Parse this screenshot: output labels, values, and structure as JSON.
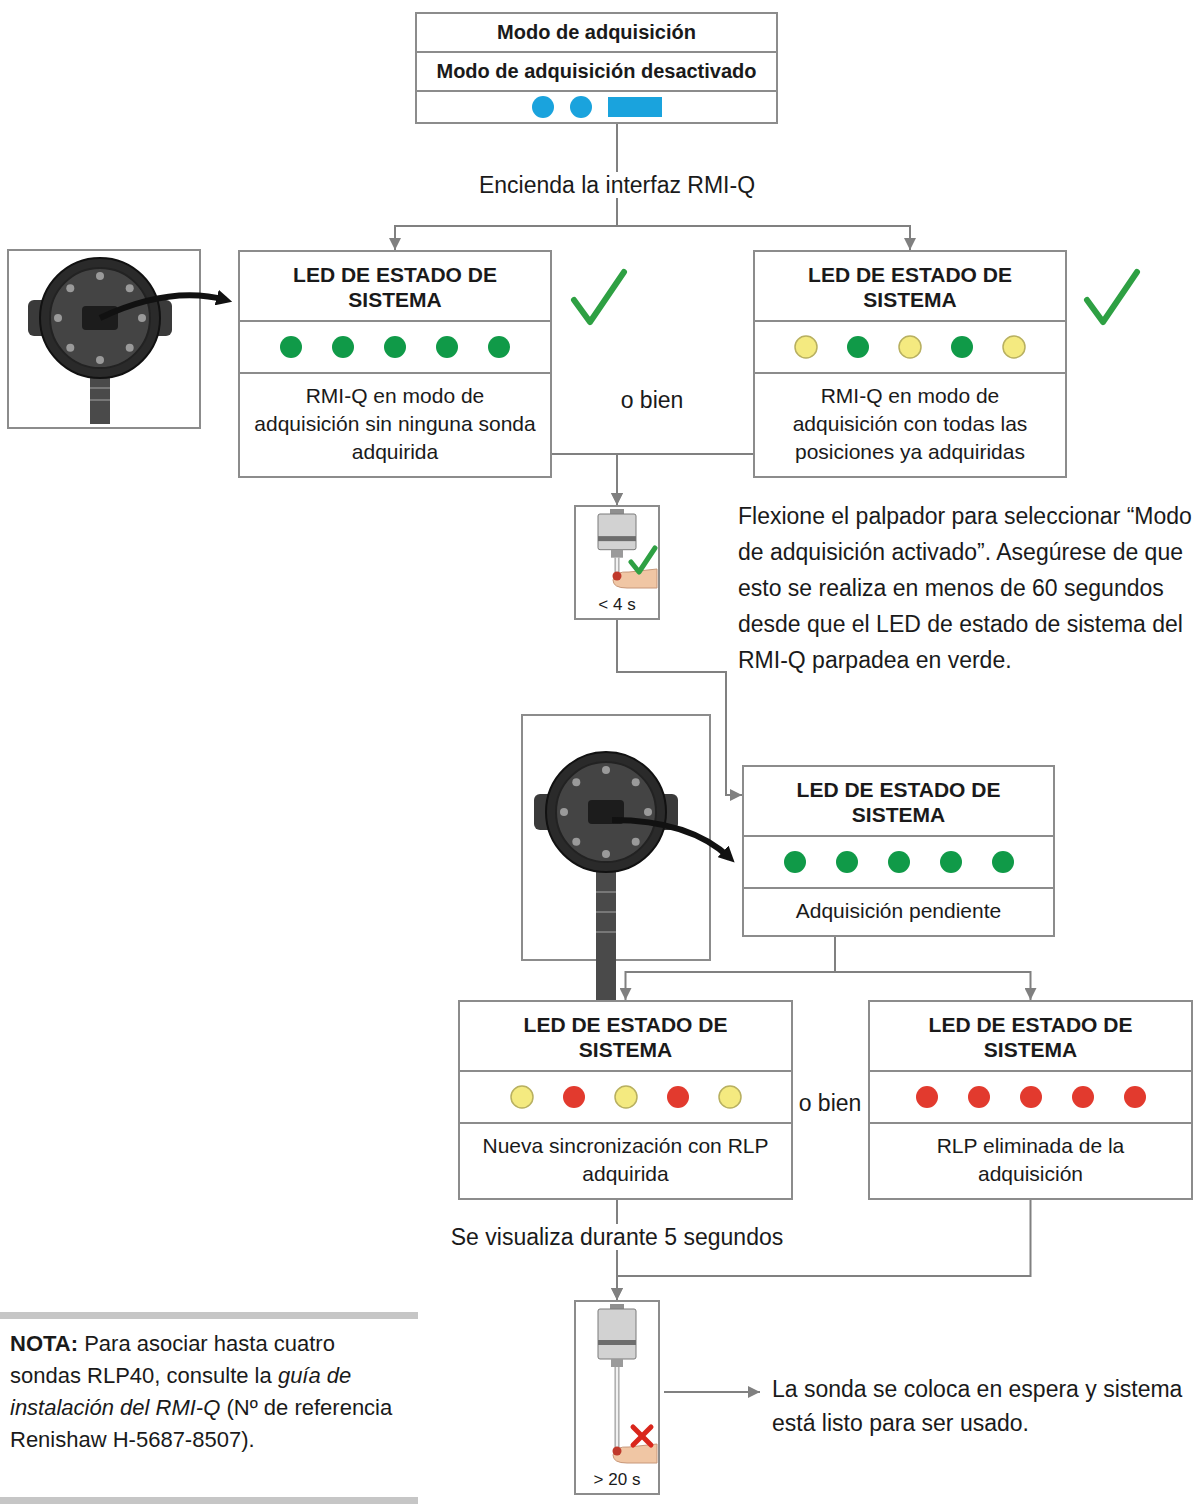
{
  "diagram": {
    "nodes": [
      {
        "text": [
          "Modo de adquisición",
          "Modo de adquisición desactivado"
        ]
      },
      {
        "text": [
          "LED DE ESTADO DE SISTEMA",
          "RMI-Q en modo de adquisición sin ninguna sonda adquirida"
        ]
      },
      {
        "text": [
          "LED DE ESTADO DE SISTEMA",
          "RMI-Q en modo de adquisición con todas las posiciones ya adquiridas"
        ]
      },
      {
        "text": [
          "< 4 s"
        ]
      },
      {
        "text": [
          "LED DE ESTADO DE SISTEMA",
          "Adquisición pendiente"
        ]
      },
      {
        "text": [
          "LED DE ESTADO DE SISTEMA",
          "Nueva sincronización con RLP adquirida"
        ]
      },
      {
        "text": [
          "LED DE ESTADO DE SISTEMA",
          "RLP eliminada de la adquisición"
        ]
      },
      {
        "text": [
          "> 20 s"
        ]
      }
    ],
    "edges": [
      {
        "from": 0,
        "to": 1,
        "arrow": "to"
      },
      {
        "from": 0,
        "to": 2,
        "arrow": "to"
      },
      {
        "from": 1,
        "to": 3,
        "arrow": "to"
      },
      {
        "from": 2,
        "to": 3,
        "arrow": "to"
      },
      {
        "from": 3,
        "to": 4,
        "arrow": "to"
      },
      {
        "from": 4,
        "to": 5,
        "arrow": "to"
      },
      {
        "from": 4,
        "to": 6,
        "arrow": "to"
      },
      {
        "from": 5,
        "to": 7,
        "arrow": "to"
      },
      {
        "from": 6,
        "to": 7,
        "arrow": "to"
      }
    ],
    "labels": [
      "Encienda la interfaz RMI-Q",
      "o bien",
      "Flexione el palpador para seleccionar “Modo de adquisición activado”. Asegúrese de que esto se realiza en menos de 60 segundos desde que el LED de estado de sistema del RMI-Q parpadea en verde.",
      "o bien",
      "Se visualiza durante 5 segundos",
      "NOTA:",
      "Para asociar hasta cuatro sondas RLP40, consulte la",
      "guía de instalación del RMI-Q",
      "(Nº de referencia Renishaw H-5687-8507).",
      "La sonda se coloca en espera y sistema está listo para ser usado."
    ]
  }
}
